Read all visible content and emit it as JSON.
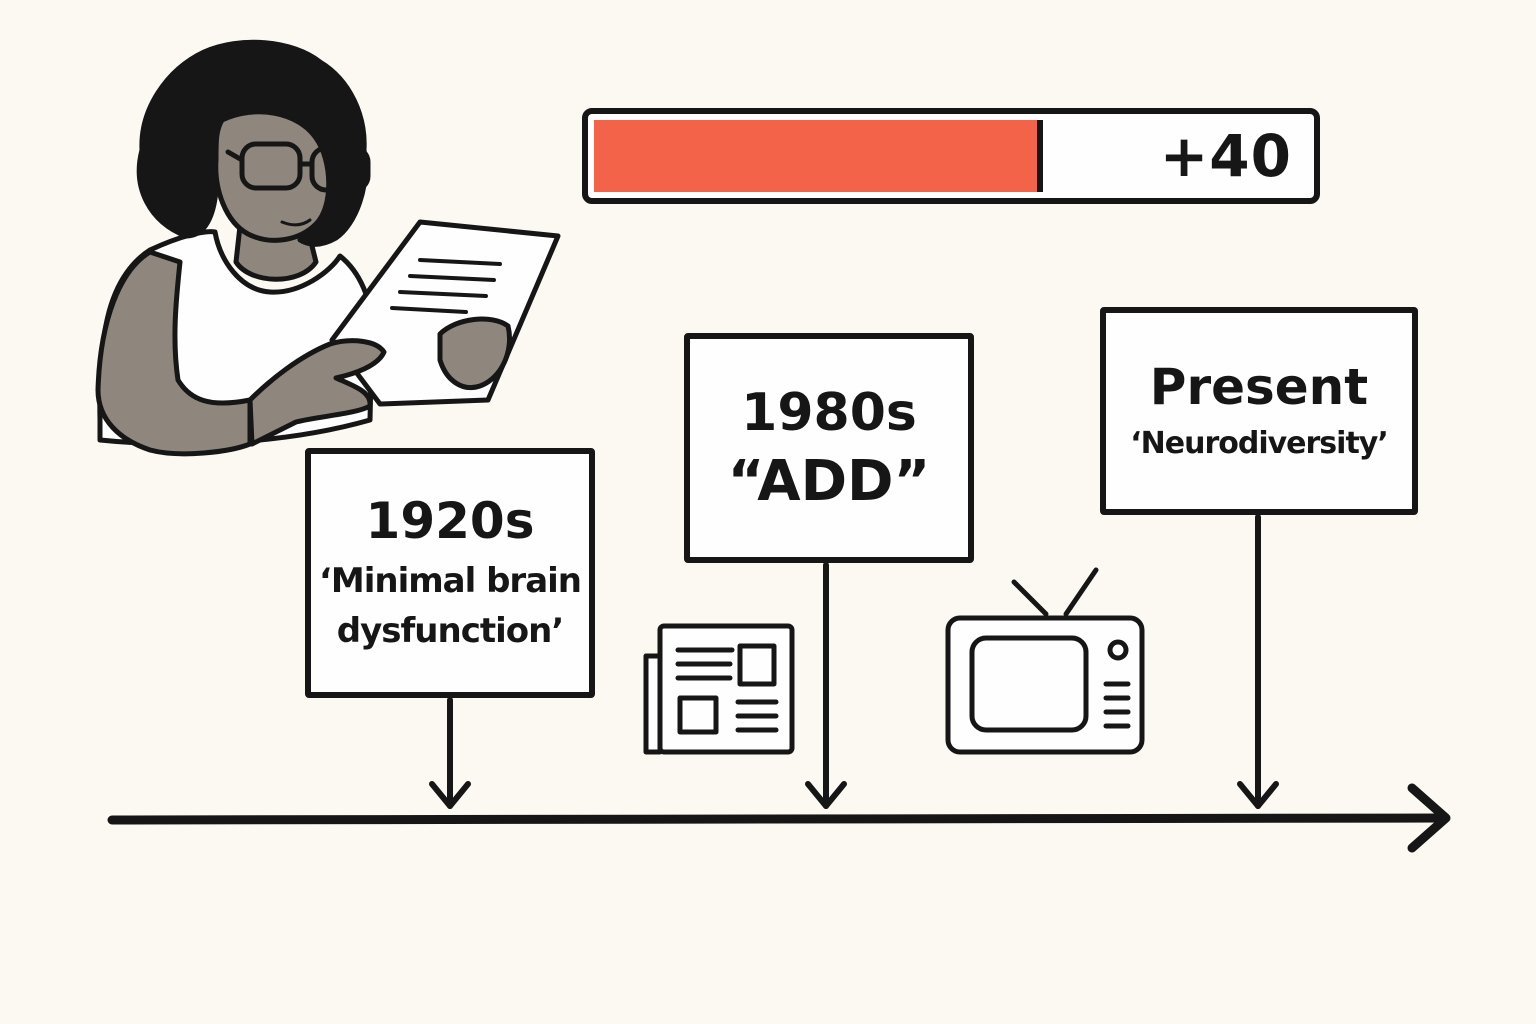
{
  "progress": {
    "label": "+40",
    "fraction": 0.62,
    "fill_color": "#f2634a"
  },
  "timeline": {
    "events": [
      {
        "era": "1920s",
        "term": "‘Minimal brain dysfunction’"
      },
      {
        "era": "1980s",
        "term": "“ADD”"
      },
      {
        "era": "Present",
        "term": "‘Neurodiversity’"
      }
    ]
  },
  "icons": [
    "person-reading-icon",
    "newspaper-icon",
    "television-icon"
  ]
}
